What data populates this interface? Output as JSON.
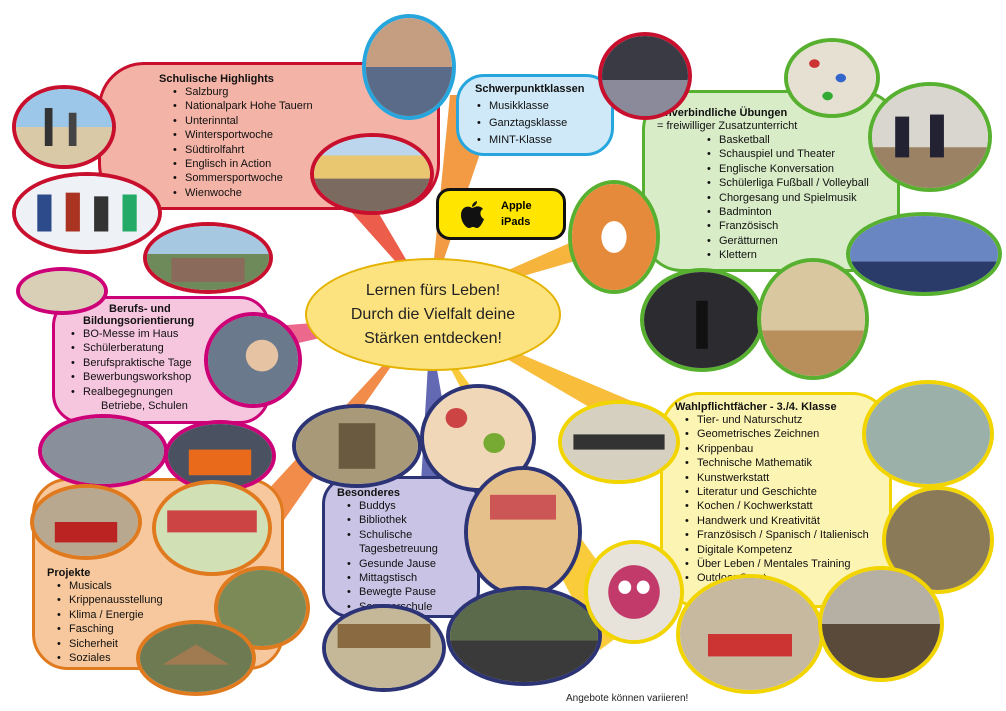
{
  "center": {
    "line1": "Lernen fürs Leben!",
    "line2": "Durch die Vielfalt deine",
    "line3": "Stärken entdecken!"
  },
  "apple": {
    "line1": "Apple",
    "line2": "iPads",
    "icon": "apple-logo-icon"
  },
  "colors": {
    "red": "#c8102e",
    "blue": "#27a6de",
    "green": "#58b030",
    "pink": "#cc0077",
    "yellow": "#f1d400",
    "orange": "#e07a1f",
    "navy": "#2c3475",
    "center": "#fde37f"
  },
  "sections": {
    "highlights": {
      "title": "Schulische Highlights",
      "items": [
        "Salzburg",
        "Nationalpark Hohe Tauern",
        "Unterinntal",
        "Wintersportwoche",
        "Südtirolfahrt",
        "Englisch in Action",
        "Sommersportwoche",
        "Wienwoche"
      ]
    },
    "schwerpunkt": {
      "title": "Schwerpunktklassen",
      "items": [
        "Musikklasse",
        "Ganztagsklasse",
        "MINT-Klasse"
      ]
    },
    "uebungen": {
      "title": "Unverbindliche Übungen",
      "subtitle": "= freiwilliger Zusatzunterricht",
      "items": [
        "Basketball",
        "Schauspiel und Theater",
        "Englische Konversation",
        "Schülerliga Fußball / Volleyball",
        "Chorgesang und Spielmusik",
        "Badminton",
        "Französisch",
        "Gerätturnen",
        "Klettern"
      ]
    },
    "berufs": {
      "title1": "Berufs- und",
      "title2": "Bildungsorientierung",
      "items": [
        "BO-Messe im Haus",
        "Schülerberatung",
        "Berufspraktische Tage",
        "Bewerbungsworkshop",
        "Realbegegnungen"
      ],
      "cont": "Betriebe,  Schulen"
    },
    "wahl": {
      "title": "Wahlpflichtfächer - 3./4. Klasse",
      "items": [
        "Tier- und Naturschutz",
        "Geometrisches Zeichnen",
        "Krippenbau",
        "Technische Mathematik",
        "Kunstwerkstatt",
        "Literatur und Geschichte",
        "Kochen / Kochwerkstatt",
        "Handwerk und Kreativität",
        "Französisch / Spanisch / Italienisch",
        "Digitale Kompetenz",
        "Über Leben / Mentales Training",
        "Outdoor Sport"
      ]
    },
    "besonderes": {
      "title": "Besonderes",
      "items": [
        "Buddys",
        "Bibliothek",
        "Schulische",
        "Gesunde Jause",
        "Mittagstisch",
        "Bewegte Pause",
        "Sommerschule"
      ],
      "cont": "Tagesbetreuung"
    },
    "projekte": {
      "title": "Projekte",
      "items": [
        "Musicals",
        "Krippenausstellung",
        "Klima / Energie",
        "Fasching",
        "Sicherheit",
        "Soziales"
      ]
    }
  },
  "footer": "Angebote können variieren!"
}
